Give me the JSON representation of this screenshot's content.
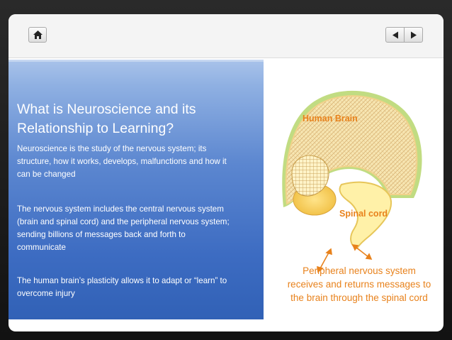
{
  "nav": {
    "home_icon": "home-icon",
    "prev_icon": "triangle-left-icon",
    "next_icon": "triangle-right-icon"
  },
  "slide": {
    "title": "What is Neuroscience and its Relationship to Learning?",
    "paragraphs": [
      "Neuroscience is the study of the nervous system; its structure, how it works, develops, malfunctions and how it can be changed",
      "The nervous system includes the central nervous system (brain and spinal cord) and the peripheral nervous system; sending billions of messages back and forth to communicate",
      "The human brain’s plasticity allows it to adapt or “learn” to overcome injury"
    ]
  },
  "diagram": {
    "brain_label": "Human Brain",
    "cord_label": "Spinal cord",
    "caption": "Peripheral nervous system receives and returns messages to the brain through the spinal cord",
    "accent_color": "#e8821c",
    "brain_fill": "#f4e1a5",
    "brain_glow": "#b6d66c"
  }
}
